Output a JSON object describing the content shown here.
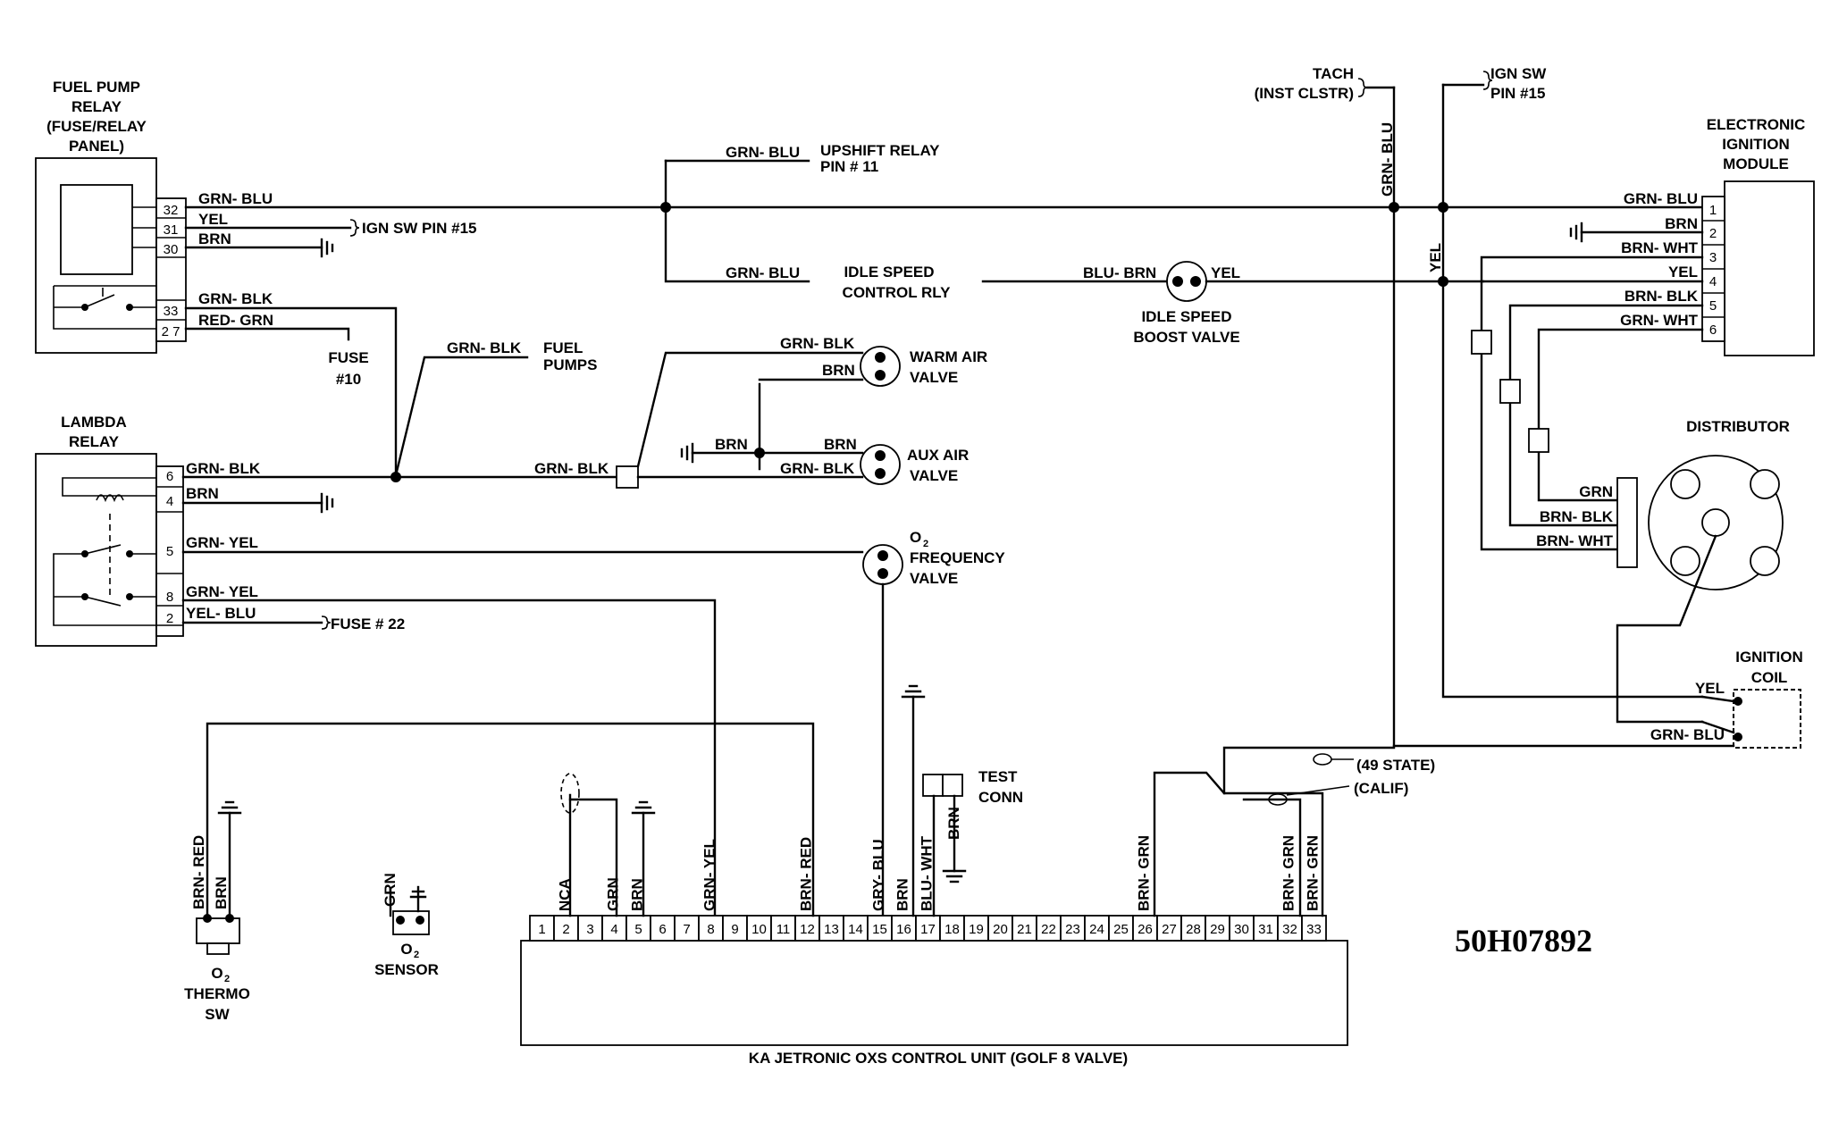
{
  "diagram": {
    "code": "50H07892",
    "caption": "KA JETRONIC OXS CONTROL UNIT (GOLF 8 VALVE)",
    "fuel_pump_relay": {
      "title": [
        "FUEL PUMP",
        "RELAY",
        "(FUSE/RELAY",
        "PANEL)"
      ],
      "pins": [
        "32",
        "31",
        "30",
        "33",
        "2 7"
      ],
      "wires": [
        "GRN- BLU",
        "YEL",
        "BRN",
        "GRN- BLK",
        "RED- GRN"
      ]
    },
    "lambda_relay": {
      "title": [
        "LAMBDA",
        "RELAY"
      ],
      "pins": [
        "6",
        "4",
        "5",
        "8",
        "2"
      ],
      "wires": [
        "GRN- BLK",
        "BRN",
        "GRN- YEL",
        "GRN- YEL",
        "YEL- BLU"
      ]
    },
    "labels": {
      "ign_sw_15": "IGN SW PIN #15",
      "fuse10": [
        "FUSE",
        "#10"
      ],
      "fuse22": "FUSE # 22",
      "upshift": [
        "UPSHIFT RELAY",
        "PIN # 11"
      ],
      "upshift_wire": "GRN- BLU",
      "idle_rly": [
        "IDLE SPEED",
        "CONTROL RLY"
      ],
      "idle_rly_wire": "GRN- BLU",
      "fuel_pumps": [
        "FUEL",
        "PUMPS"
      ],
      "fuel_pumps_wire": "GRN- BLK",
      "warm_air": [
        "WARM AIR",
        "VALVE"
      ],
      "warm_air_wires": [
        "GRN- BLK",
        "BRN"
      ],
      "aux_air": [
        "AUX AIR",
        "VALVE"
      ],
      "aux_air_wires": [
        "BRN",
        "GRN- BLK"
      ],
      "ground_brn": "BRN",
      "junction_wire": "GRN- BLK",
      "o2_freq": [
        "O",
        "FREQUENCY",
        "VALVE"
      ],
      "idle_boost": [
        "IDLE SPEED",
        "BOOST VALVE"
      ],
      "idle_boost_wires": [
        "BLU- BRN",
        "YEL"
      ],
      "tach": [
        "TACH",
        "(INST CLSTR)"
      ],
      "ign_sw_top": [
        "IGN SW",
        "PIN #15"
      ],
      "vert_grn_blu": "GRN- BLU",
      "vert_yel": "YEL",
      "ecm_title": [
        "ELECTRONIC",
        "IGNITION",
        "MODULE"
      ],
      "ecm_pins": [
        "1",
        "2",
        "3",
        "4",
        "5",
        "6"
      ],
      "ecm_wires": [
        "GRN- BLU",
        "BRN",
        "BRN- WHT",
        "YEL",
        "BRN- BLK",
        "GRN- WHT"
      ],
      "distributor": "DISTRIBUTOR",
      "dist_wires": [
        "GRN",
        "BRN- BLK",
        "BRN- WHT"
      ],
      "coil": [
        "IGNITION",
        "COIL"
      ],
      "coil_wires": [
        "YEL",
        "GRN- BLU"
      ],
      "state49": "(49 STATE)",
      "calif": "(CALIF)",
      "test_conn": [
        "TEST",
        "CONN"
      ],
      "thermo": [
        "O",
        "THERMO",
        "SW"
      ],
      "thermo_wires": [
        "BRN- RED",
        "BRN"
      ],
      "o2_sensor": [
        "O",
        "SENSOR"
      ],
      "o2_sensor_wire": "GRN",
      "cu_wires": [
        {
          "pin": "2",
          "label": "NCA"
        },
        {
          "pin": "4",
          "label": "GRN"
        },
        {
          "pin": "5",
          "label": "BRN"
        },
        {
          "pin": "8",
          "label": "GRN- YEL"
        },
        {
          "pin": "12",
          "label": "BRN- RED"
        },
        {
          "pin": "15",
          "label": "GRY- BLU"
        },
        {
          "pin": "16",
          "label": "BRN"
        },
        {
          "pin": "17",
          "label": "BLU- WHT"
        },
        {
          "pin": "26",
          "label": "BRN- GRN"
        },
        {
          "pin": "32",
          "label": "BRN- GRN"
        },
        {
          "pin": "33",
          "label": "BRN- GRN"
        }
      ],
      "test_conn_wire": "BRN",
      "subscript2": "2"
    },
    "control_unit_pins": [
      "1",
      "2",
      "3",
      "4",
      "5",
      "6",
      "7",
      "8",
      "9",
      "10",
      "11",
      "12",
      "13",
      "14",
      "15",
      "16",
      "17",
      "18",
      "19",
      "20",
      "21",
      "22",
      "23",
      "24",
      "25",
      "26",
      "27",
      "28",
      "29",
      "30",
      "31",
      "32",
      "33"
    ]
  }
}
